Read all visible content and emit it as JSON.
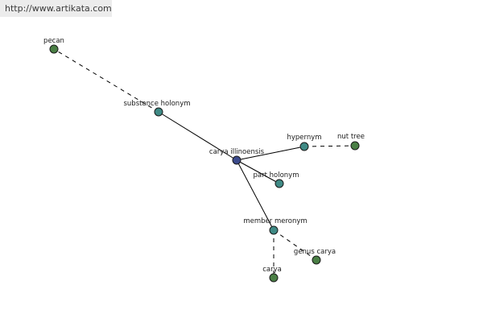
{
  "watermark": "http://www.artikata.com",
  "colors": {
    "center": "#3b4a8c",
    "relation": "#3f8a85",
    "leaf": "#4a7f45",
    "edge": "#000000"
  },
  "nodes": [
    {
      "id": "carya-illinoensis",
      "label": "carya illinoensis",
      "kind": "center"
    },
    {
      "id": "substance-holonym",
      "label": "substance holonym",
      "kind": "relation"
    },
    {
      "id": "pecan",
      "label": "pecan",
      "kind": "leaf"
    },
    {
      "id": "hypernym",
      "label": "hypernym",
      "kind": "relation"
    },
    {
      "id": "nut-tree",
      "label": "nut tree",
      "kind": "leaf"
    },
    {
      "id": "part-holonym",
      "label": "part holonym",
      "kind": "relation"
    },
    {
      "id": "member-meronym",
      "label": "member meronym",
      "kind": "relation"
    },
    {
      "id": "genus-carya",
      "label": "genus carya",
      "kind": "leaf"
    },
    {
      "id": "carya",
      "label": "carya",
      "kind": "leaf"
    }
  ],
  "edges": [
    {
      "from": "carya-illinoensis",
      "to": "substance-holonym",
      "style": "solid"
    },
    {
      "from": "substance-holonym",
      "to": "pecan",
      "style": "dashed"
    },
    {
      "from": "carya-illinoensis",
      "to": "hypernym",
      "style": "solid"
    },
    {
      "from": "hypernym",
      "to": "nut-tree",
      "style": "dashed"
    },
    {
      "from": "carya-illinoensis",
      "to": "part-holonym",
      "style": "solid"
    },
    {
      "from": "carya-illinoensis",
      "to": "member-meronym",
      "style": "solid"
    },
    {
      "from": "member-meronym",
      "to": "genus-carya",
      "style": "dashed"
    },
    {
      "from": "member-meronym",
      "to": "carya",
      "style": "dashed"
    }
  ]
}
